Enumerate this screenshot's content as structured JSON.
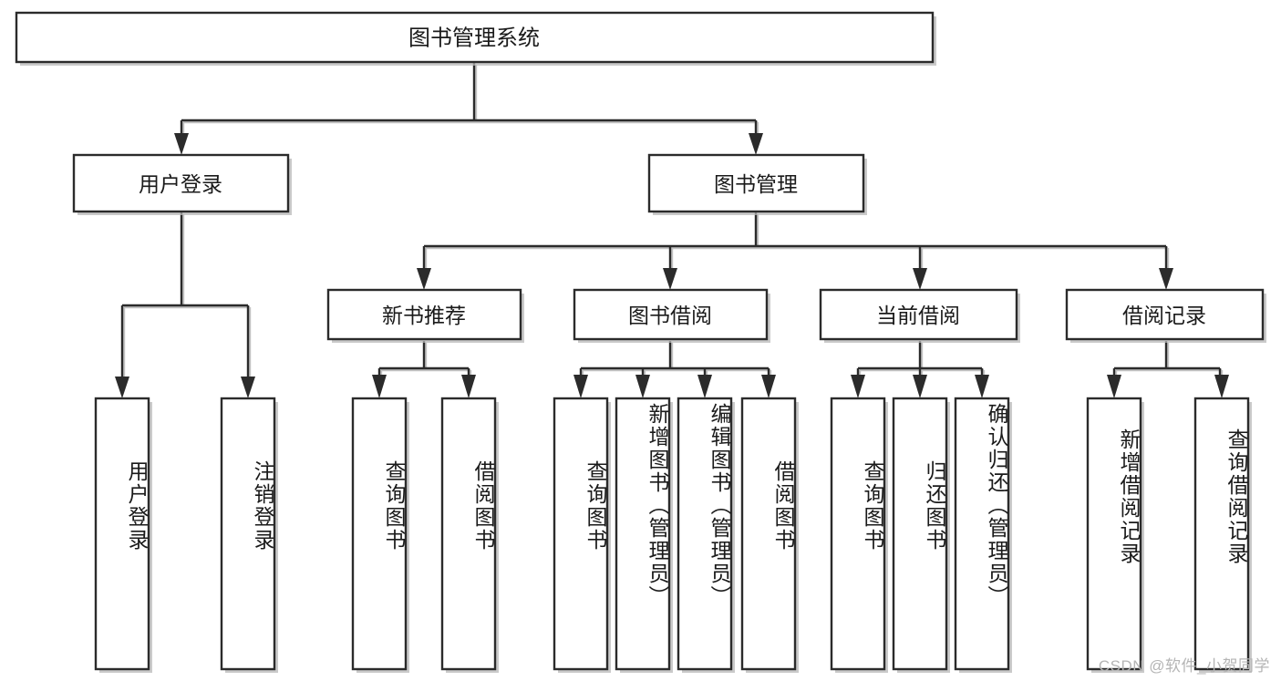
{
  "diagram": {
    "title": "图书管理系统",
    "type": "tree-hierarchy",
    "orientation": "top-down",
    "root": {
      "label": "图书管理系统"
    },
    "level2": [
      {
        "label": "用户登录"
      },
      {
        "label": "图书管理"
      }
    ],
    "level3": [
      {
        "label": "新书推荐"
      },
      {
        "label": "图书借阅"
      },
      {
        "label": "当前借阅"
      },
      {
        "label": "借阅记录"
      }
    ],
    "leaves": {
      "user_login": [
        {
          "label": "用户登录"
        },
        {
          "label": "注销登录"
        }
      ],
      "new_book_recommend": [
        {
          "label": "查询图书"
        },
        {
          "label": "借阅图书"
        }
      ],
      "book_borrow": [
        {
          "label": "查询图书"
        },
        {
          "label": "新增图书（管理员）"
        },
        {
          "label": "编辑图书（管理员）"
        },
        {
          "label": "借阅图书"
        }
      ],
      "current_borrow": [
        {
          "label": "查询图书"
        },
        {
          "label": "归还图书"
        },
        {
          "label": "确认归还（管理员）"
        }
      ],
      "borrow_record": [
        {
          "label": "新增借阅记录"
        },
        {
          "label": "查询借阅记录"
        }
      ]
    }
  },
  "watermark": {
    "text": "CSDN @软件_小贺同学"
  },
  "colors": {
    "box_stroke": "#2b2b2b",
    "box_fill": "#ffffff",
    "line": "#2b2b2b",
    "text": "#1a1a1a",
    "watermark": "#b5b5b5",
    "shadow": "#b8b8b8"
  }
}
